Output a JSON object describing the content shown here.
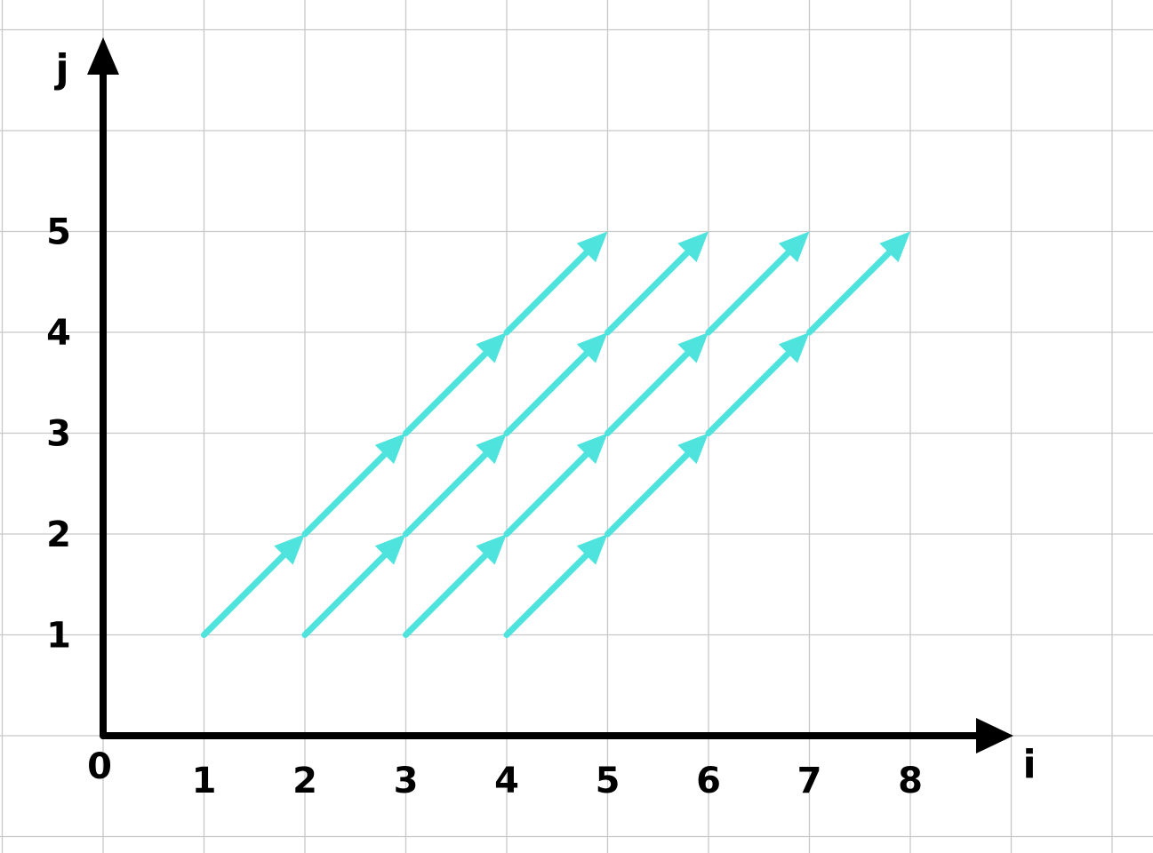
{
  "axes": {
    "x_label": "i",
    "y_label": "j",
    "origin_label": "0",
    "x_ticks": [
      "1",
      "2",
      "3",
      "4",
      "5",
      "6",
      "7",
      "8"
    ],
    "y_ticks": [
      "1",
      "2",
      "3",
      "4",
      "5"
    ]
  },
  "colors": {
    "arrow": "#4fe3dd",
    "axis": "#000000",
    "grid": "#c8c8c8"
  },
  "dependence_vectors": [
    {
      "from": [
        1,
        1
      ],
      "to": [
        2,
        2
      ]
    },
    {
      "from": [
        2,
        1
      ],
      "to": [
        3,
        2
      ]
    },
    {
      "from": [
        3,
        1
      ],
      "to": [
        4,
        2
      ]
    },
    {
      "from": [
        4,
        1
      ],
      "to": [
        5,
        2
      ]
    },
    {
      "from": [
        2,
        2
      ],
      "to": [
        3,
        3
      ]
    },
    {
      "from": [
        3,
        2
      ],
      "to": [
        4,
        3
      ]
    },
    {
      "from": [
        4,
        2
      ],
      "to": [
        5,
        3
      ]
    },
    {
      "from": [
        5,
        2
      ],
      "to": [
        6,
        3
      ]
    },
    {
      "from": [
        3,
        3
      ],
      "to": [
        4,
        4
      ]
    },
    {
      "from": [
        4,
        3
      ],
      "to": [
        5,
        4
      ]
    },
    {
      "from": [
        5,
        3
      ],
      "to": [
        6,
        4
      ]
    },
    {
      "from": [
        6,
        3
      ],
      "to": [
        7,
        4
      ]
    },
    {
      "from": [
        4,
        4
      ],
      "to": [
        5,
        5
      ]
    },
    {
      "from": [
        5,
        4
      ],
      "to": [
        6,
        5
      ]
    },
    {
      "from": [
        6,
        4
      ],
      "to": [
        7,
        5
      ]
    },
    {
      "from": [
        7,
        4
      ],
      "to": [
        8,
        5
      ]
    }
  ]
}
